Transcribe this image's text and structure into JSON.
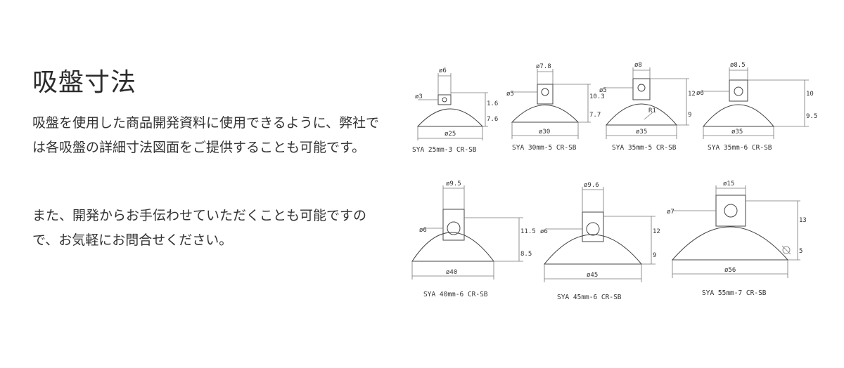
{
  "title": "吸盤寸法",
  "paragraph1": "吸盤を使用した商品開発資料に使用できるように、弊社では各吸盤の詳細寸法図面をご提供することも可能です。",
  "paragraph2": "また、開発からお手伝わせていただくことも可能ですので、お気軽にお問合せください。",
  "drawings": [
    {
      "model": "SYA 25mm-3  CR-SB",
      "head_dia": "ø6",
      "base_dia": "ø25",
      "hole_dia": "ø3",
      "heights": [
        "1.6",
        "7.6"
      ]
    },
    {
      "model": "SYA 30mm-5  CR-SB",
      "head_dia": "ø7.8",
      "base_dia": "ø30",
      "hole_dia": "ø5",
      "heights": [
        "10.3",
        "7.7"
      ]
    },
    {
      "model": "SYA 35mm-5  CR-SB",
      "head_dia": "ø8",
      "base_dia": "ø35",
      "hole_dia": "ø5",
      "heights": [
        "12",
        "9"
      ],
      "radius": "R1"
    },
    {
      "model": "SYA 35mm-6  CR-SB",
      "head_dia": "ø8.5",
      "base_dia": "ø35",
      "hole_dia": "ø6",
      "heights": [
        "10",
        "9.5"
      ]
    },
    {
      "model": "SYA 40mm-6  CR-SB",
      "head_dia": "ø9.5",
      "base_dia": "ø40",
      "hole_dia": "ø6",
      "heights": [
        "11.5",
        "8.5"
      ]
    },
    {
      "model": "SYA 45mm-6  CR-SB",
      "head_dia": "ø9.6",
      "base_dia": "ø45",
      "hole_dia": "ø6",
      "heights": [
        "12",
        "9"
      ]
    },
    {
      "model": "SYA 55mm-7  CR-SB",
      "head_dia": "ø15",
      "base_dia": "ø56",
      "hole_dia": "ø7",
      "heights": [
        "13",
        "5"
      ]
    }
  ]
}
